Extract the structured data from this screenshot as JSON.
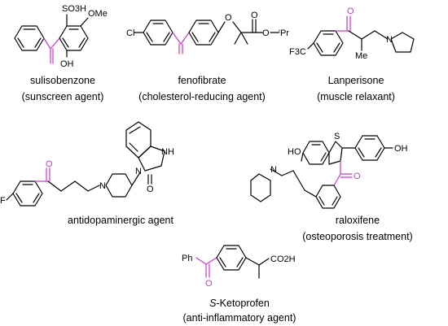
{
  "colors": {
    "bond": "#000000",
    "carbonyl": "#d633d6"
  },
  "molecules": [
    {
      "name": "sulisobenzone",
      "role": "(sunscreen agent)",
      "substituents": [
        "SO3H",
        "OMe",
        "OH"
      ]
    },
    {
      "name": "fenofibrate",
      "role": "(cholesterol-reducing agent)",
      "substituents": [
        "Cl",
        "O",
        "O",
        "O",
        "ⁱPr"
      ]
    },
    {
      "name": "Lanperisone",
      "role": "(muscle relaxant)",
      "substituents": [
        "F3C",
        "O",
        "Me",
        "N"
      ]
    },
    {
      "name": "antidopaminergic agent",
      "role": "",
      "substituents": [
        "F",
        "O",
        "N",
        "N",
        "NH",
        "O"
      ]
    },
    {
      "name": "raloxifene",
      "role": "(osteoporosis treatment)",
      "substituents": [
        "HO",
        "S",
        "OH",
        "N",
        "O"
      ]
    },
    {
      "name_prefix": "S",
      "name": "-Ketoprofen",
      "role": "(anti-inflammatory agent)",
      "substituents": [
        "Ph",
        "O",
        "CO2H"
      ]
    }
  ]
}
